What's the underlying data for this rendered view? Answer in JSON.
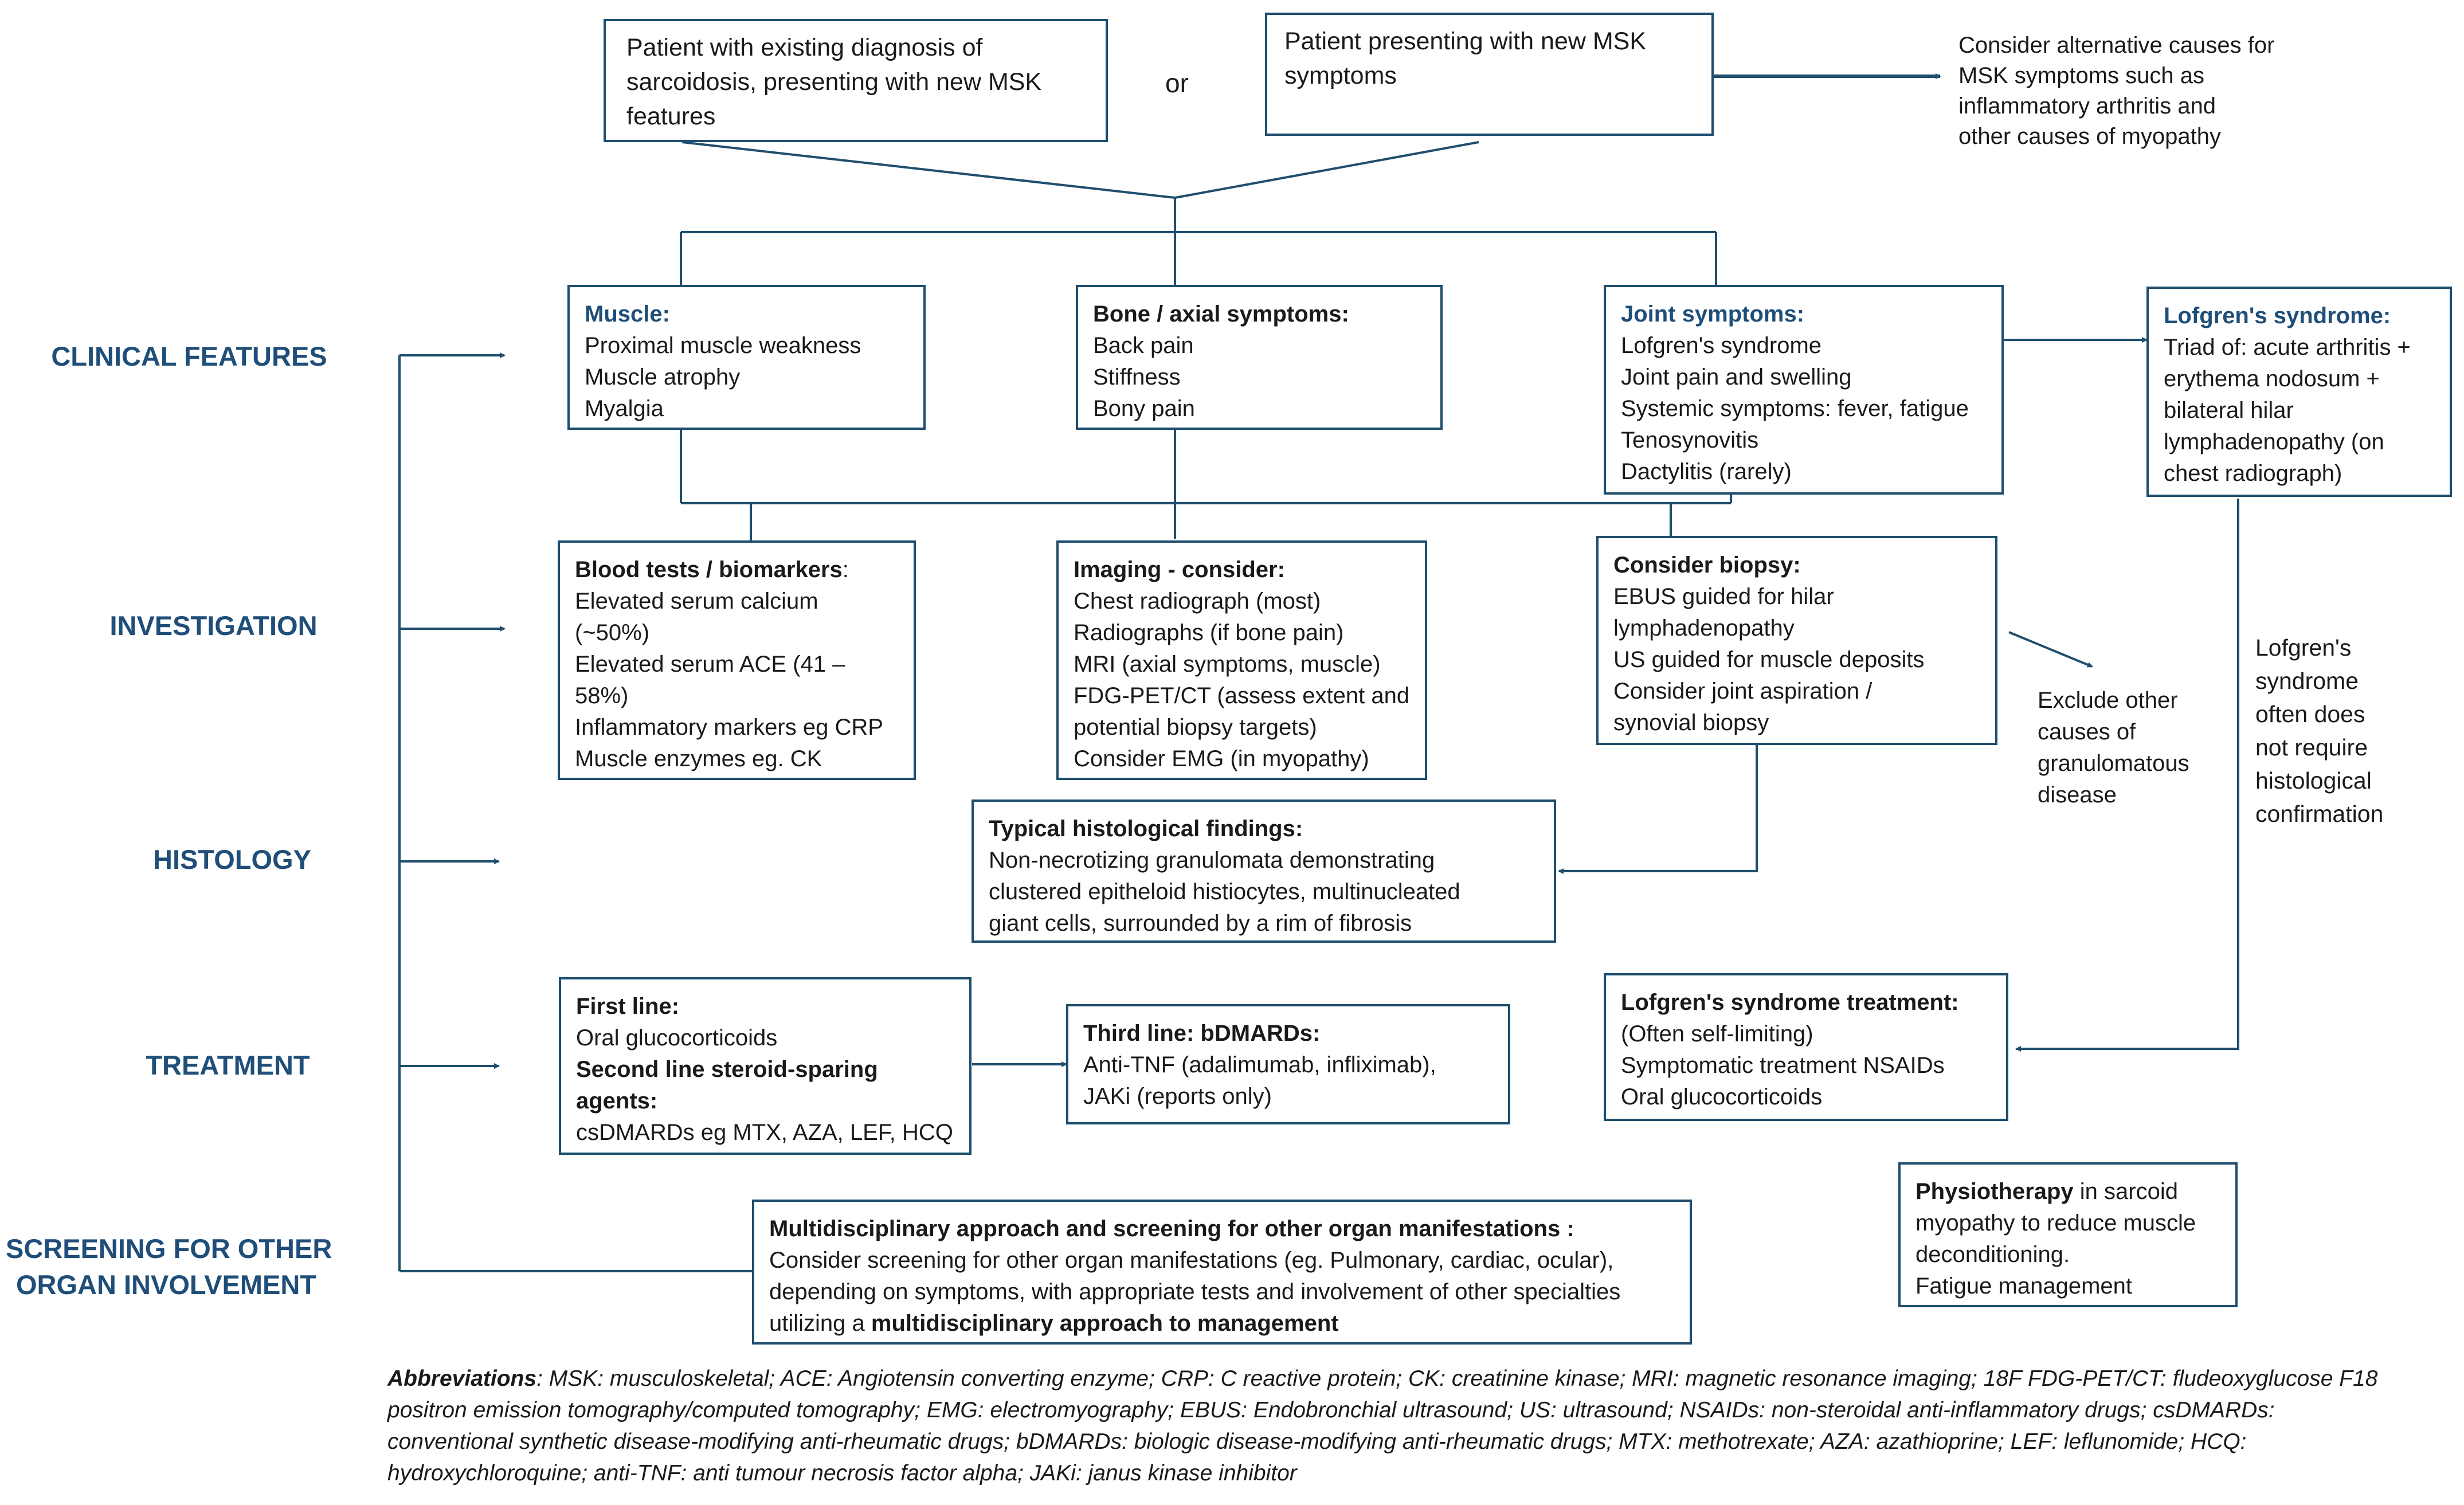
{
  "top": {
    "existing": "Patient with existing diagnosis of sarcoidosis, presenting with new MSK features",
    "existing_lines": [
      "Patient with existing diagnosis of",
      "sarcoidosis, presenting with new  MSK",
      "features"
    ],
    "or": "or",
    "new": [
      "Patient presenting with new MSK",
      "symptoms"
    ],
    "alternative": [
      "Consider alternative causes for",
      "MSK symptoms such as",
      "inflammatory arthritis and",
      "other causes of myopathy"
    ]
  },
  "rows": {
    "clinical": [
      "CLINICAL FEATURES"
    ],
    "investigation": [
      "INVESTIGATION"
    ],
    "histology": [
      "HISTOLOGY"
    ],
    "treatment": [
      "TREATMENT"
    ],
    "screening": [
      "SCREENING FOR OTHER",
      "ORGAN INVOLVEMENT"
    ]
  },
  "muscle": {
    "title": "Muscle:",
    "items": [
      "Proximal muscle weakness",
      "Muscle atrophy",
      "Myalgia"
    ]
  },
  "bone": {
    "title": "Bone / axial symptoms:",
    "items": [
      "Back pain",
      "Stiffness",
      "Bony pain"
    ]
  },
  "joint": {
    "title": "Joint symptoms:",
    "items": [
      "Lofgren's syndrome",
      "Joint pain and swelling",
      "Systemic symptoms: fever, fatigue",
      "Tenosynovitis",
      "Dactylitis (rarely)"
    ]
  },
  "lofgren": {
    "title": "Lofgren's syndrome:",
    "items": [
      "Triad of: acute arthritis +",
      "erythema nodosum +",
      "bilateral hilar",
      "lymphadenopathy (on",
      "chest radiograph)"
    ]
  },
  "blood": {
    "title": "Blood tests / biomarkers",
    "colon": ":",
    "items": [
      "Elevated serum calcium",
      "(~50%)",
      "Elevated serum ACE (41 –",
      "58%)",
      "Inflammatory markers eg CRP",
      "Muscle enzymes eg. CK"
    ]
  },
  "imaging": {
    "title": "Imaging - consider:",
    "items": [
      "Chest radiograph (most)",
      "Radiographs (if bone pain)",
      "MRI (axial symptoms, muscle)",
      "FDG-PET/CT (assess extent and",
      "potential biopsy targets)",
      "Consider EMG (in myopathy)"
    ]
  },
  "biopsy": {
    "title": "Consider  biopsy:",
    "items": [
      "EBUS guided for hilar",
      "lymphadenopathy",
      "US guided for muscle deposits",
      "Consider joint aspiration /",
      "synovial biopsy"
    ]
  },
  "exclude": [
    "Exclude other",
    "causes of",
    "granulomatous",
    "disease"
  ],
  "lofgren_note": [
    "Lofgren's",
    "syndrome",
    "often does",
    "not require",
    "histological",
    "confirmation"
  ],
  "histology": {
    "title": "Typical histological findings:",
    "items": [
      "Non-necrotizing granulomata demonstrating",
      "clustered epitheloid histiocytes, multinucleated",
      "giant cells, surrounded by a rim of fibrosis"
    ]
  },
  "treatment": {
    "first_title": "First line:",
    "first_item": "Oral glucocorticoids",
    "second_title_1": "Second  line steroid-sparing",
    "second_title_2": "agents:",
    "second_item": "csDMARDs eg MTX, AZA, LEF, HCQ"
  },
  "third": {
    "title": "Third line: bDMARDs:",
    "items": [
      "Anti-TNF (adalimumab, infliximab),",
      "JAKi (reports only)"
    ]
  },
  "lofgren_tx": {
    "title": "Lofgren's syndrome treatment:",
    "items": [
      "(Often self-limiting)",
      "Symptomatic treatment NSAIDs",
      "Oral glucocorticoids"
    ]
  },
  "physio": {
    "bold": "Physiotherapy",
    "rest": "  in sarcoid",
    "lines": [
      "myopathy to reduce muscle",
      "deconditioning.",
      "Fatigue management"
    ]
  },
  "screening": {
    "title": "Multidisciplinary  approach  and screening for other organ manifestations :",
    "lines": [
      "Consider screening for other organ manifestations (eg. Pulmonary, cardiac, ocular),",
      "depending on symptoms, with appropriate tests and involvement of other specialties"
    ],
    "last_pre": "utilizing a ",
    "last_bold": "multidisciplinary approach  to management"
  },
  "abbreviations": {
    "label": "Abbreviations",
    "text": ": MSK: musculoskeletal; ACE: Angiotensin converting enzyme; CRP: C reactive protein; CK: creatinine kinase; MRI: magnetic resonance imaging; 18F FDG-PET/CT: fludeoxyglucose F18 positron emission tomography/computed tomography; EMG: electromyography; EBUS: Endobronchial ultrasound; US: ultrasound; NSAIDs: non-steroidal anti-inflammatory drugs; csDMARDs: conventional synthetic disease-modifying anti-rheumatic drugs; bDMARDs: biologic disease-modifying anti-rheumatic drugs; MTX: methotrexate; AZA: azathioprine; LEF: leflunomide; HCQ: hydroxychloroquine; anti-TNF: anti tumour necrosis factor alpha; JAKi: janus kinase inhibitor"
  },
  "colors": {
    "border": "#1f4e6e",
    "heading": "#1f4e79",
    "text": "#1a1a1a"
  }
}
